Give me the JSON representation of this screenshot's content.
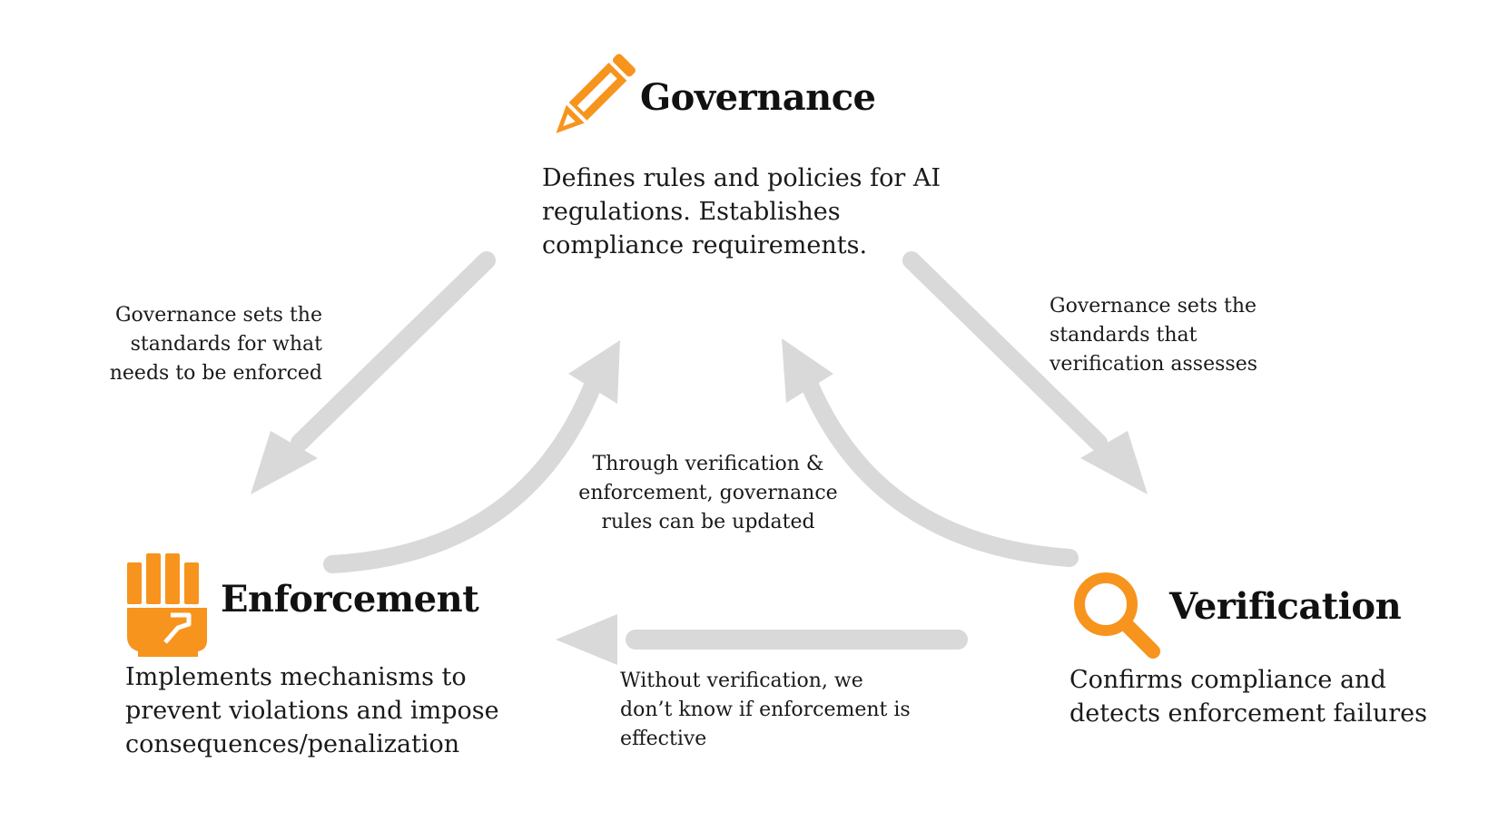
{
  "accent_color": "#f7941d",
  "arrow_color": "#d9d9d9",
  "nodes": {
    "governance": {
      "icon": "pencil-icon",
      "title": "Governance",
      "desc_lines": [
        "Defines rules and policies for AI",
        "regulations. Establishes",
        "compliance requirements."
      ]
    },
    "enforcement": {
      "icon": "fist-icon",
      "title": "Enforcement",
      "desc_lines": [
        "Implements mechanisms to",
        "prevent violations and impose",
        "consequences/penalization"
      ]
    },
    "verification": {
      "icon": "magnifier-icon",
      "title": "Verification",
      "desc_lines": [
        "Confirms compliance and",
        "detects enforcement failures"
      ]
    }
  },
  "edges": {
    "gov_to_enf": [
      "Governance sets the",
      "standards for what",
      "needs to be enforced"
    ],
    "gov_to_ver": [
      "Governance sets the",
      "standards that",
      "verification assesses"
    ],
    "feedback": [
      "Through verification &",
      "enforcement, governance",
      "rules can be updated"
    ],
    "ver_to_enf": [
      "Without verification, we",
      "don’t know if enforcement is",
      "effective"
    ]
  }
}
